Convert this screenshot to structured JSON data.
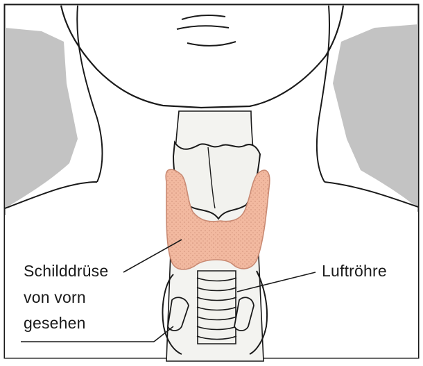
{
  "labels": {
    "thyroid_line1": "Schilddrüse",
    "thyroid_line2": "von vorn",
    "thyroid_line3": "gesehen",
    "trachea": "Luftröhre"
  },
  "colors": {
    "background": "#ffffff",
    "outline": "#1a1a1a",
    "shadow": "#b5b5b5",
    "thyroid": "#f2b9a0",
    "thyroid_dots": "#c98a73",
    "cartilage": "#f2f2ee"
  }
}
